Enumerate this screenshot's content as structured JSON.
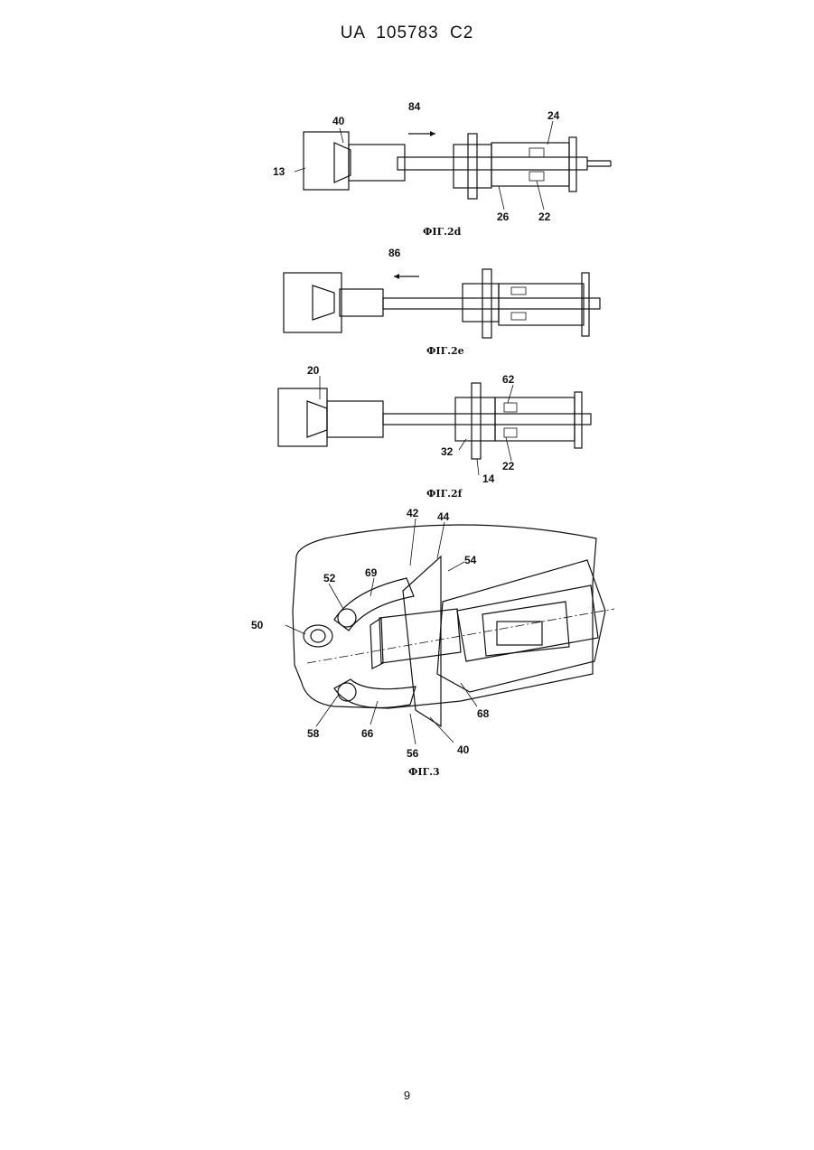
{
  "document": {
    "header": "UA 105783 C2",
    "page_number": "9"
  },
  "figures": [
    {
      "id": "fig2d",
      "caption": "ФІГ.2d",
      "refs": {
        "r84": "84",
        "r40": "40",
        "r24": "24",
        "r13": "13",
        "r26": "26",
        "r22": "22"
      }
    },
    {
      "id": "fig2e",
      "caption": "ФІГ.2e",
      "refs": {
        "r86": "86"
      }
    },
    {
      "id": "fig2f",
      "caption": "ФІГ.2f",
      "refs": {
        "r20": "20",
        "r62": "62",
        "r32": "32",
        "r22": "22",
        "r14": "14"
      }
    },
    {
      "id": "fig3",
      "caption": "ФІГ.3",
      "refs": {
        "r42": "42",
        "r44": "44",
        "r54": "54",
        "r52": "52",
        "r69": "69",
        "r50": "50",
        "r58": "58",
        "r66": "66",
        "r68": "68",
        "r56": "56",
        "r40": "40"
      }
    }
  ]
}
